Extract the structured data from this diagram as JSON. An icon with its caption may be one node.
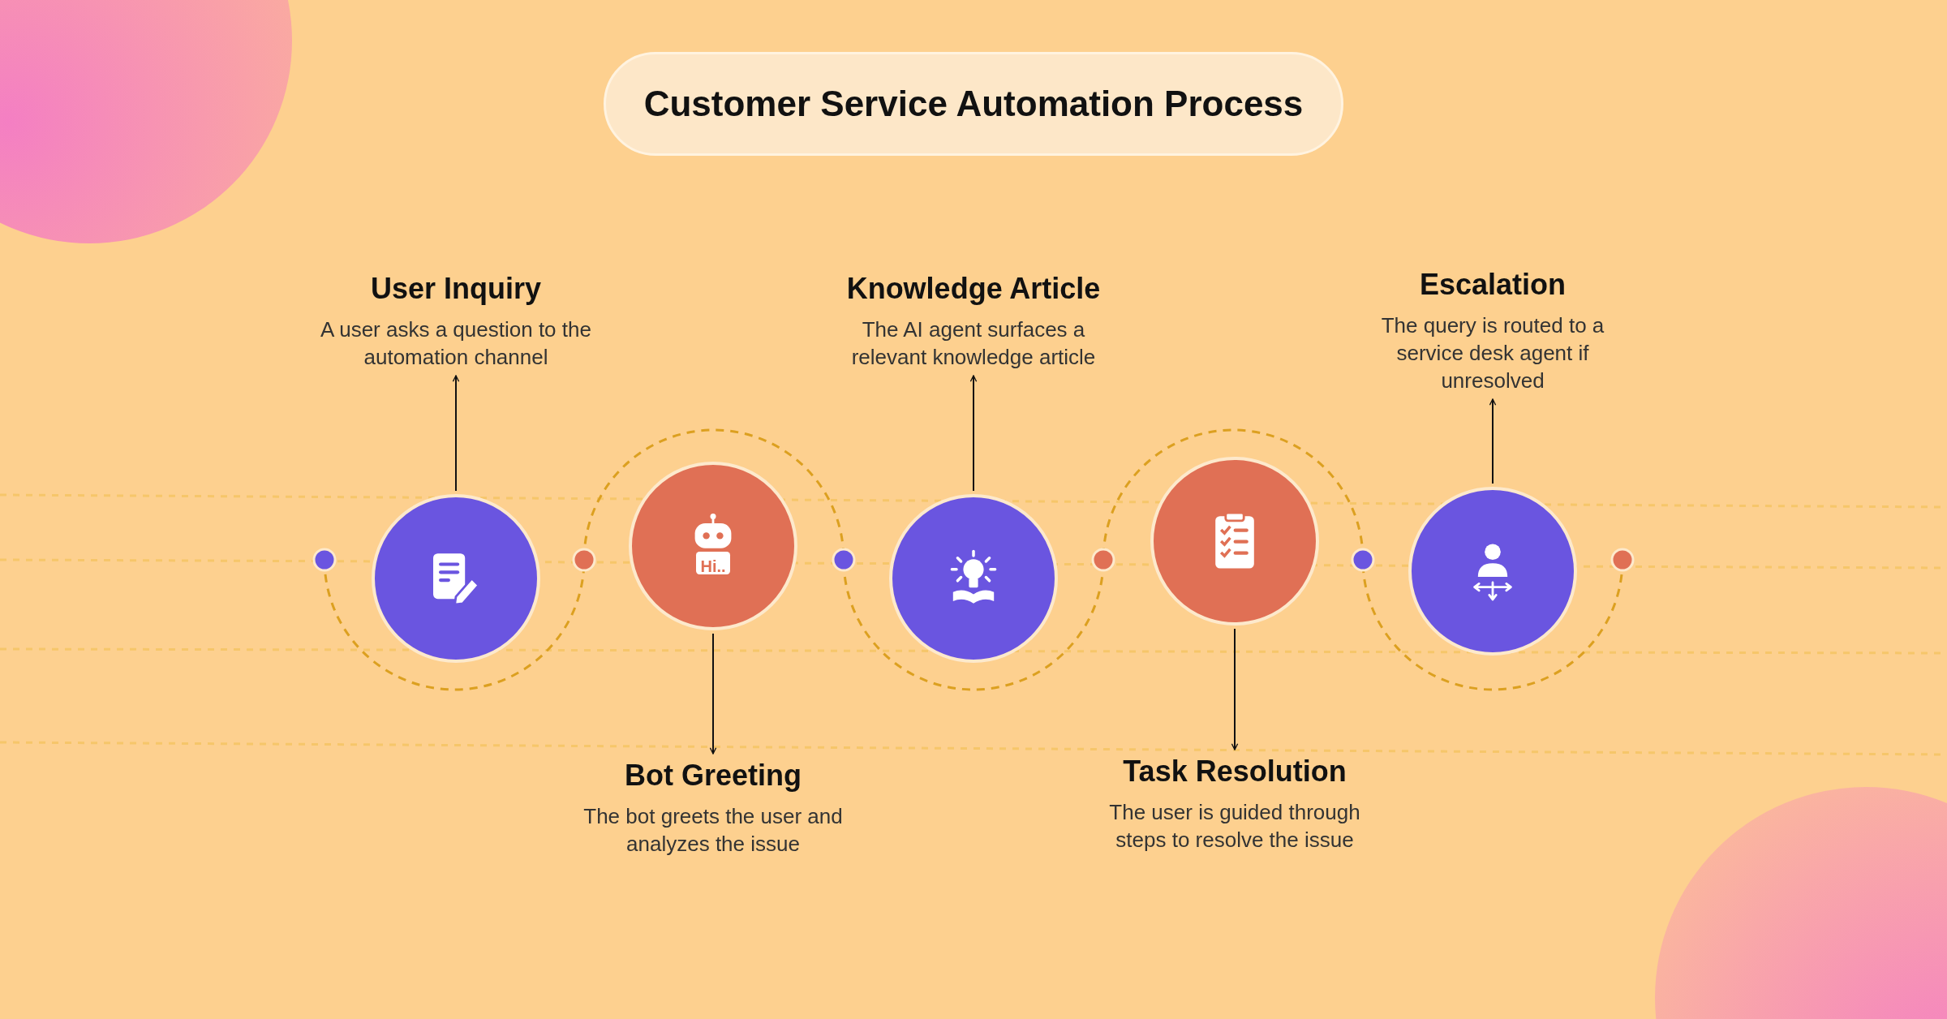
{
  "diagram": {
    "title": "Customer Service Automation Process",
    "nodes": [
      {
        "text": [
          "User Inquiry",
          "A user asks a question to the automation channel"
        ]
      },
      {
        "text": [],
        "shape": "circle"
      },
      {
        "text": [
          "Hi.."
        ]
      },
      {
        "text": [
          "Bot Greeting",
          "The bot greets the user and analyzes the issue"
        ]
      },
      {
        "text": [
          "Knowledge Article",
          "The AI agent surfaces a relevant knowledge article"
        ]
      },
      {
        "text": [],
        "shape": "circle"
      },
      {
        "text": [],
        "shape": "circle"
      },
      {
        "text": [
          "Task Resolution",
          "The user is guided through steps to resolve the issue"
        ]
      },
      {
        "text": [
          "Escalation",
          "The query is routed to a service desk agent if unresolved"
        ]
      },
      {
        "text": [],
        "shape": "circle"
      }
    ],
    "edges": [
      {
        "from": 1,
        "to": 0,
        "arrow": "to"
      },
      {
        "from": 2,
        "to": 3,
        "arrow": "to"
      },
      {
        "from": 5,
        "to": 4,
        "arrow": "to"
      },
      {
        "from": 6,
        "to": 7,
        "arrow": "to"
      },
      {
        "from": 9,
        "to": 8,
        "arrow": "to"
      }
    ]
  }
}
